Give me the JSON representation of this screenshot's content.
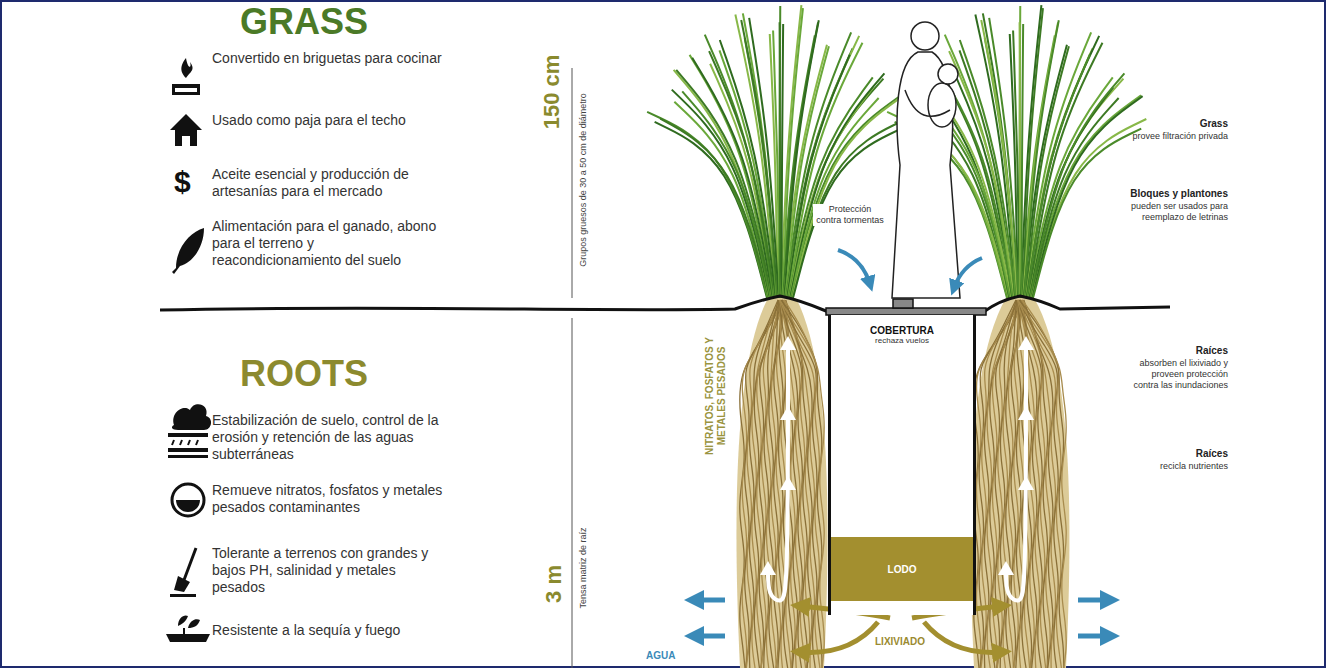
{
  "diagram": {
    "nodes": [
      {
        "text": [
          "COBERTURA",
          "rechaza vuelos"
        ]
      },
      {
        "text": [
          "LODO"
        ],
        "in": 0
      }
    ],
    "labels": [
      "GRASS",
      "Convertido en briguetas para cocinar",
      "Usado como paja para el techo",
      "$",
      "Aceite esencial y producción de artesanías para el mercado",
      "Alimentación para el ganado, abono para el terreno y reacondicionamiento del suelo",
      "150 cm",
      "Grupos gruesos de 30 a 50 cm de diámetro",
      "Protección contra tormentas",
      "Grass",
      "provee filtración privada",
      "Bloques y plantones",
      "pueden ser usados para reemplazo de letrinas",
      "ROOTS",
      "Estabilización de suelo, control de la erosión y retención de las aguas subterráneas",
      "Remueve nitratos, fosfatos y metales pesados contaminantes",
      "Tolerante a terrenos con grandes y bajos PH, salinidad y metales pesados",
      "Resistente a la sequía y fuego",
      "NITRATOS, FOSFATOS Y METALES PESADOS",
      "3 m",
      "Tensa matriz de raíz",
      "Raíces",
      "absorben el lixiviado y proveen protección contra las inundaciones",
      "Raíces",
      "recicla nutrientes",
      "LIXIVIADO",
      "AGUA"
    ]
  }
}
